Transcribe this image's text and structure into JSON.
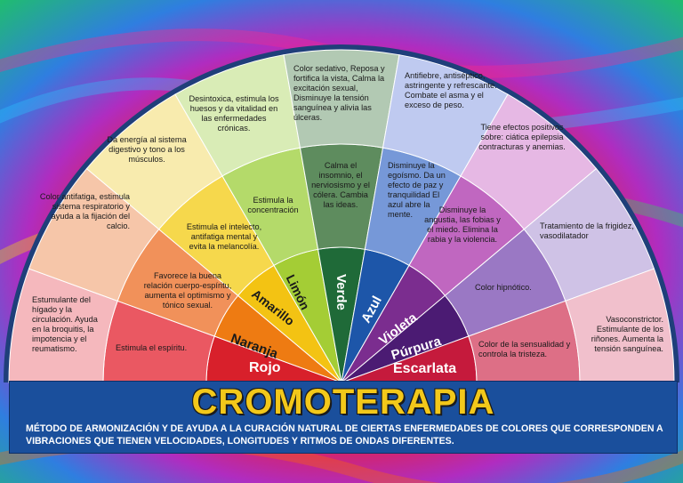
{
  "title": "CROMOTERAPIA",
  "subtitle": "MÉTODO DE ARMONIZACIÓN Y DE AYUDA A LA CURACIÓN NATURAL DE CIERTAS ENFERMEDADES DE COLORES QUE CORRESPONDEN A VIBRACIONES QUE TIENEN VELOCIDADES, LONGITUDES  Y RITMOS DE ONDAS  DIFERENTES.",
  "colors": [
    "Rojo",
    "Naranja",
    "Amarillo",
    "Limón",
    "Verde",
    "Azul",
    "Violeta",
    "Púrpura",
    "Escarlata"
  ],
  "middle": {
    "rojo": "Estimula el espíritu.",
    "naranja": "Favorece la buena relación cuerpo-espíritu, aumenta el optimismo y tónico sexual.",
    "amarillo": "Estimula el intelecto, antifatiga mental y evita la melancolía.",
    "limon": "Estimula la concentración",
    "verde": "Calma el insomnio, el nerviosismo y el cólera. Cambia las ideas.",
    "azul": "Disminuye la egoísmo. Da un efecto de paz y tranquilidad El azul abre la mente.",
    "violeta": "Disminuye la angustia, las fobias y el miedo. Elimina la rabia y la violencia.",
    "purpura": "Color hipnótico.",
    "escarlata": "Color de la sensualidad y controla la tristeza."
  },
  "outer": {
    "rojo": "Estumulante del hígado y la circulación. Ayuda en la broquitis, la impotencia y el reumatismo.",
    "naranja": "Color antifatiga, estimula sistema respiratorio y ayuda a la fijación del calcio.",
    "amarillo": "Da energía al sistema digestivo y tono a los músculos.",
    "limon": "Desintoxica, estimula los huesos y da vitalidad en las enfermedades crónicas.",
    "verde": "Color sedativo, Reposa y fortifica la vista, Calma la excitación sexual, Disminuye la tensión sanguínea y alivia las úlceras.",
    "azul": "Antifiebre, antiséptico, astringente y refrescante. Combate el asma y el exceso de peso.",
    "violeta": "Tiene efectos positivos sobre: ciática epilepsia contracturas y anemias.",
    "purpura": "Tratamiento de la frigidez, vasodilatador",
    "escarlata": "Vasoconstrictor. Estimulante de los riñones. Aumenta la tensión sanguínea."
  },
  "palette": {
    "inner": [
      "#d8202b",
      "#ee7b12",
      "#f3c313",
      "#a4cd35",
      "#1f6a38",
      "#1d56a9",
      "#7b2d8f",
      "#4b1b73",
      "#c51a3c"
    ],
    "middle": [
      "#ea5862",
      "#f1915a",
      "#f6d84c",
      "#b4da6a",
      "#5e8c5e",
      "#7698d8",
      "#c067c0",
      "#9a78c4",
      "#dd6f86"
    ],
    "outer": [
      "#f5b8bd",
      "#f6c6a9",
      "#f8ebae",
      "#d9ecb6",
      "#b2c9b3",
      "#bfcaf0",
      "#e6b8e4",
      "#cfc2e6",
      "#f1c0cc"
    ],
    "banner": "#1a4f9c",
    "title": "#f3c81a"
  }
}
